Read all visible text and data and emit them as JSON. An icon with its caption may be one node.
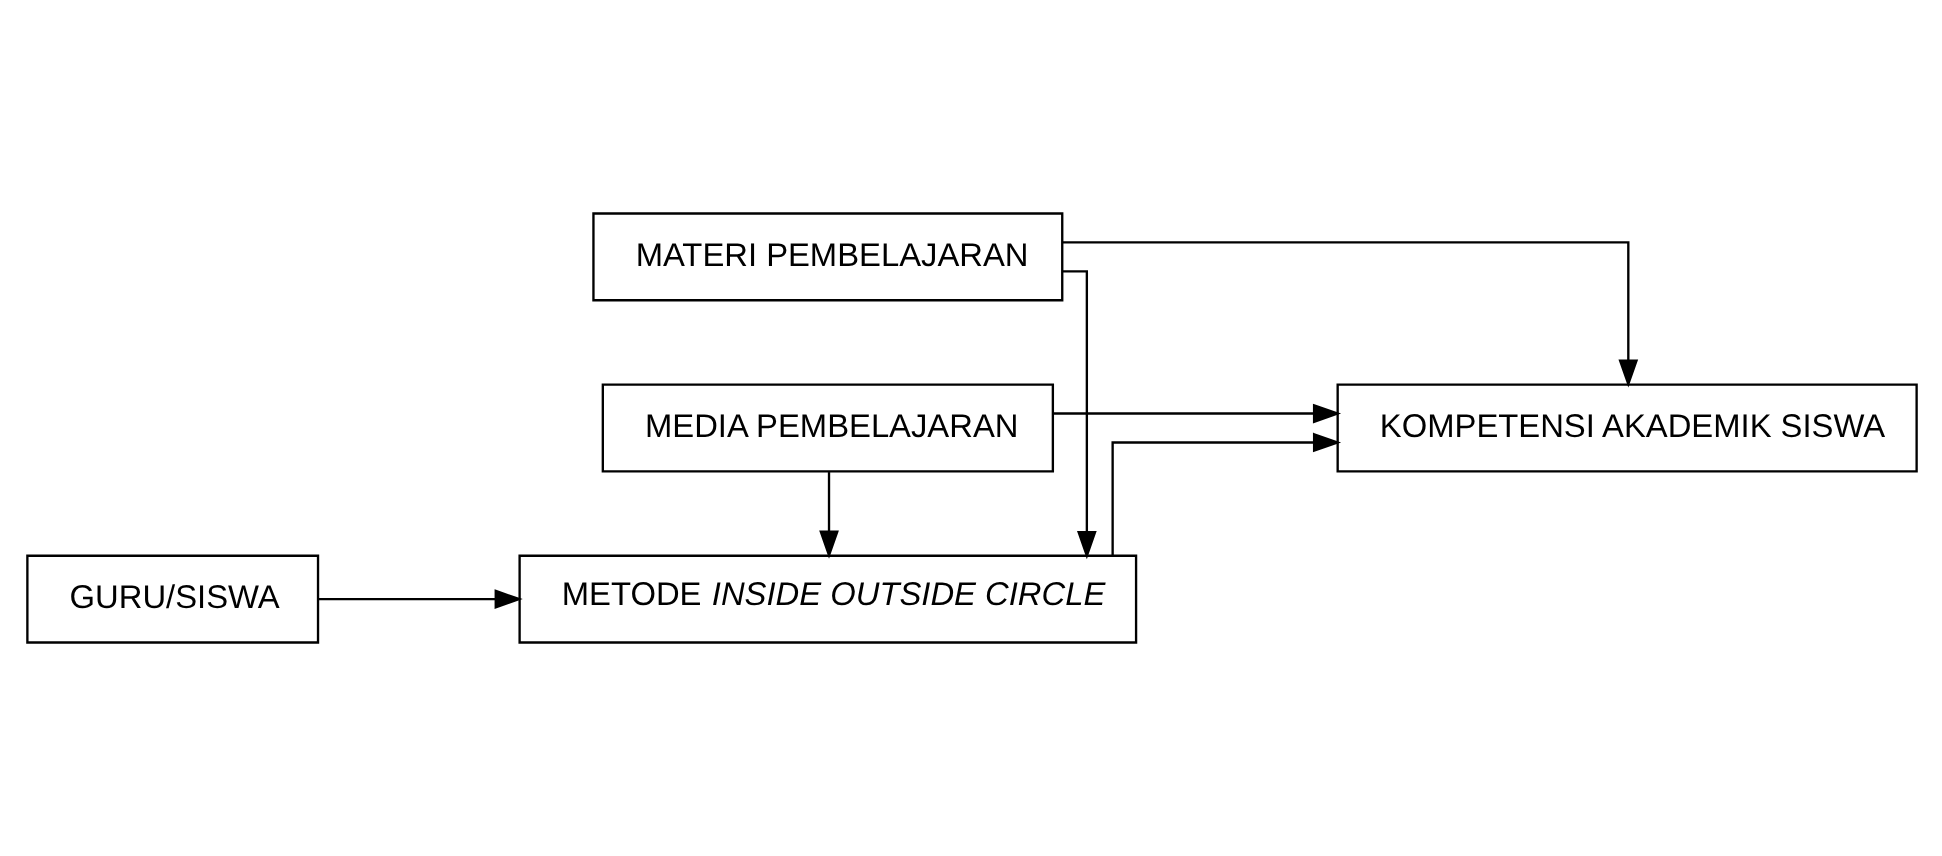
{
  "diagram": {
    "nodes": [
      {
        "text": [
          "MATERI PEMBELAJARAN"
        ]
      },
      {
        "text": [
          "GURU/SISWA"
        ]
      },
      {
        "text": [
          "METODE *INSIDE OUTSIDE CIRCLE*"
        ]
      },
      {
        "text": [
          "KOMPETENSI AKADEMIK SISWA"
        ]
      },
      {
        "text": [
          "MEDIA PEMBELAJARAN"
        ]
      }
    ],
    "edges": [
      {
        "from": 0,
        "to": 2,
        "arrow": "to"
      },
      {
        "from": 1,
        "to": 2,
        "arrow": "to"
      },
      {
        "from": 4,
        "to": 2,
        "arrow": "to"
      },
      {
        "from": 2,
        "to": 3,
        "arrow": "to"
      },
      {
        "from": 0,
        "to": 3,
        "arrow": "to"
      },
      {
        "from": 4,
        "to": 3,
        "arrow": "to"
      }
    ]
  }
}
